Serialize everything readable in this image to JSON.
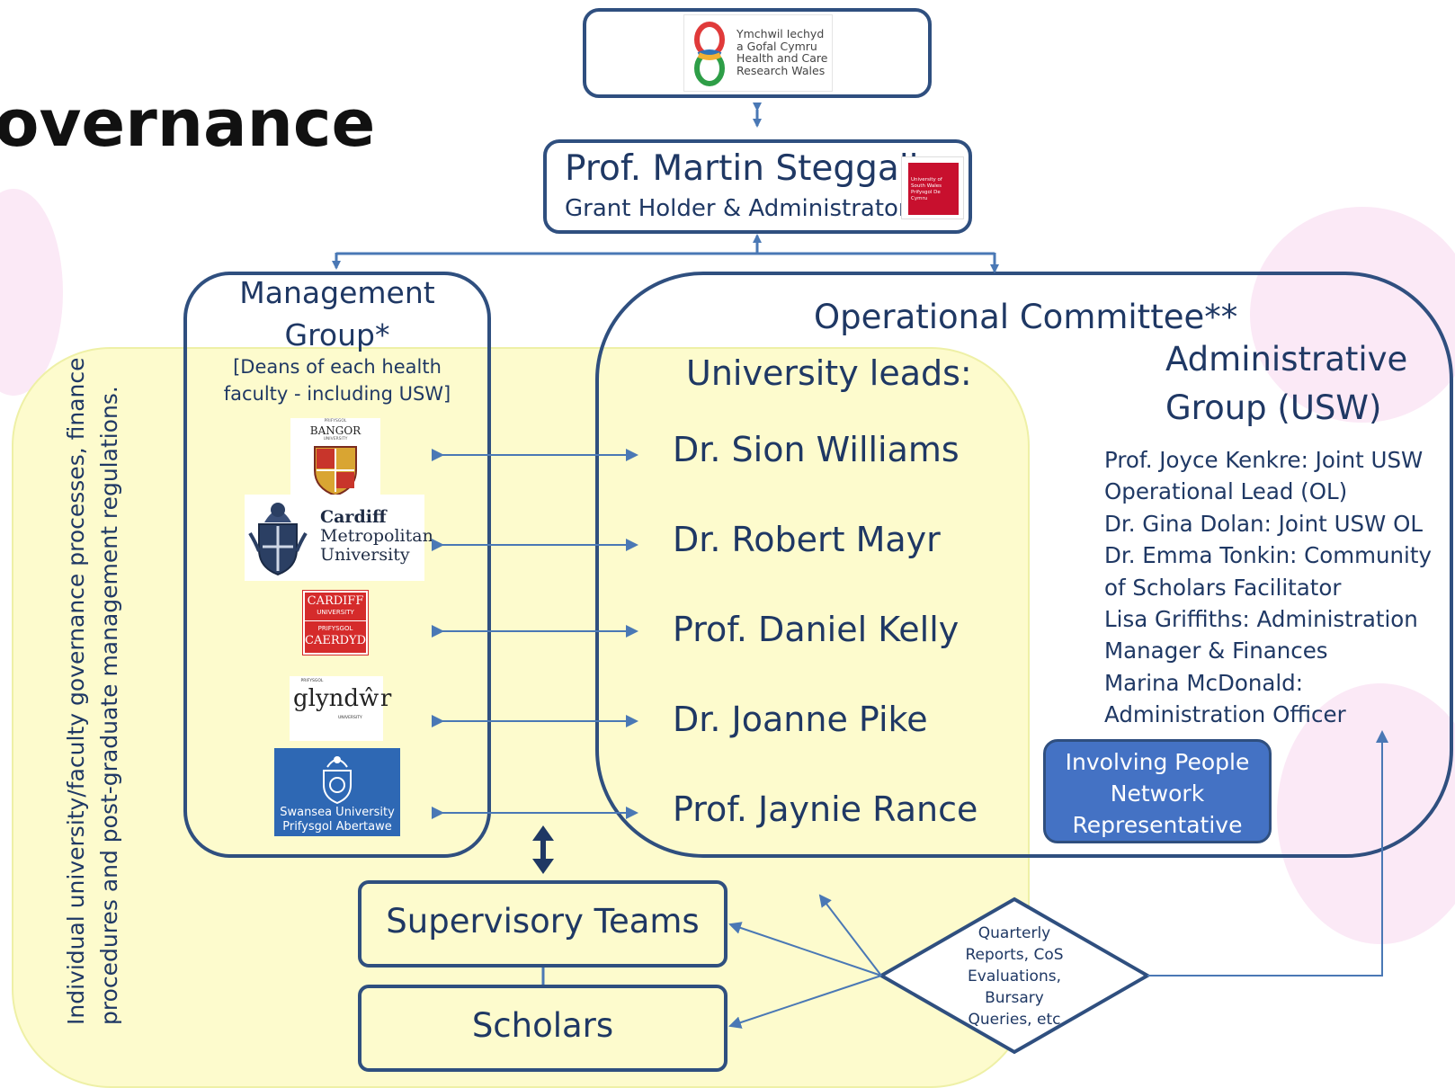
{
  "slide_title": "overnance",
  "hcrw_logo": {
    "line1": "Ymchwil Iechyd",
    "line2": "a Gofal Cymru",
    "line3": "Health and Care",
    "line4": "Research Wales"
  },
  "grant_holder": {
    "name": "Prof. Martin Steggall",
    "role": "Grant Holder & Administrator",
    "usw_logo": "University of South Wales Prifysgol De Cymru"
  },
  "management_group": {
    "title_line1": "Management",
    "title_line2": "Group*",
    "subtitle_line1": "[Deans of each health",
    "subtitle_line2": "faculty - including USW]",
    "logos": {
      "bangor_small": "PRIFYSGOL",
      "bangor": "BANGOR",
      "bangor_sub": "UNIVERSITY",
      "cardiff_met_1": "Cardiff",
      "cardiff_met_2": "Metropolitan",
      "cardiff_met_3": "University",
      "cardiff_1": "CARDIFF",
      "cardiff_2": "UNIVERSITY",
      "cardiff_3": "PRIFYSGOL",
      "cardiff_4": "CAERDYD",
      "glyndwr_small": "PRIFYSGOL",
      "glyndwr": "glyndŵr",
      "glyndwr_sub": "UNIVERSITY",
      "swansea_1": "Swansea University",
      "swansea_2": "Prifysgol Abertawe"
    }
  },
  "operational_committee": {
    "title": "Operational Committee**",
    "leads_heading": "University leads:",
    "leads": [
      "Dr. Sion Williams",
      "Dr. Robert Mayr",
      "Prof. Daniel Kelly",
      "Dr. Joanne Pike",
      "Prof. Jaynie Rance"
    ]
  },
  "admin_group": {
    "title_line1": "Administrative",
    "title_line2": "Group (USW)",
    "lines": [
      "Prof. Joyce Kenkre: Joint USW",
      "Operational Lead (OL)",
      "Dr. Gina Dolan: Joint USW OL",
      "Dr. Emma Tonkin: Community",
      "of Scholars Facilitator",
      "Lisa Griffiths: Administration",
      "Manager & Finances",
      "Marina McDonald:",
      "Administration Officer"
    ]
  },
  "involving_people": {
    "line1": "Involving People",
    "line2": "Network",
    "line3": "Representative"
  },
  "vertical_note": {
    "line1": "Individual university/faculty  governance processes, finance",
    "line2": "procedures and  post-graduate management regulations."
  },
  "supervisory_teams": "Supervisory Teams",
  "scholars": "Scholars",
  "reports_diamond": {
    "line1": "Quarterly",
    "line2": "Reports, CoS",
    "line3": "Evaluations,",
    "line4": "Bursary",
    "line5": "Queries,  etc"
  },
  "colors": {
    "navy": "#1f3864",
    "border": "#2f4f7f",
    "arrow": "#4a78b5",
    "yellow_bg": "#fdfbcd",
    "pink_bg": "#fbe9f6",
    "ipn_fill": "#4472c4",
    "cardiff_red": "#d52b2b",
    "swansea_blue": "#2e68b4"
  }
}
